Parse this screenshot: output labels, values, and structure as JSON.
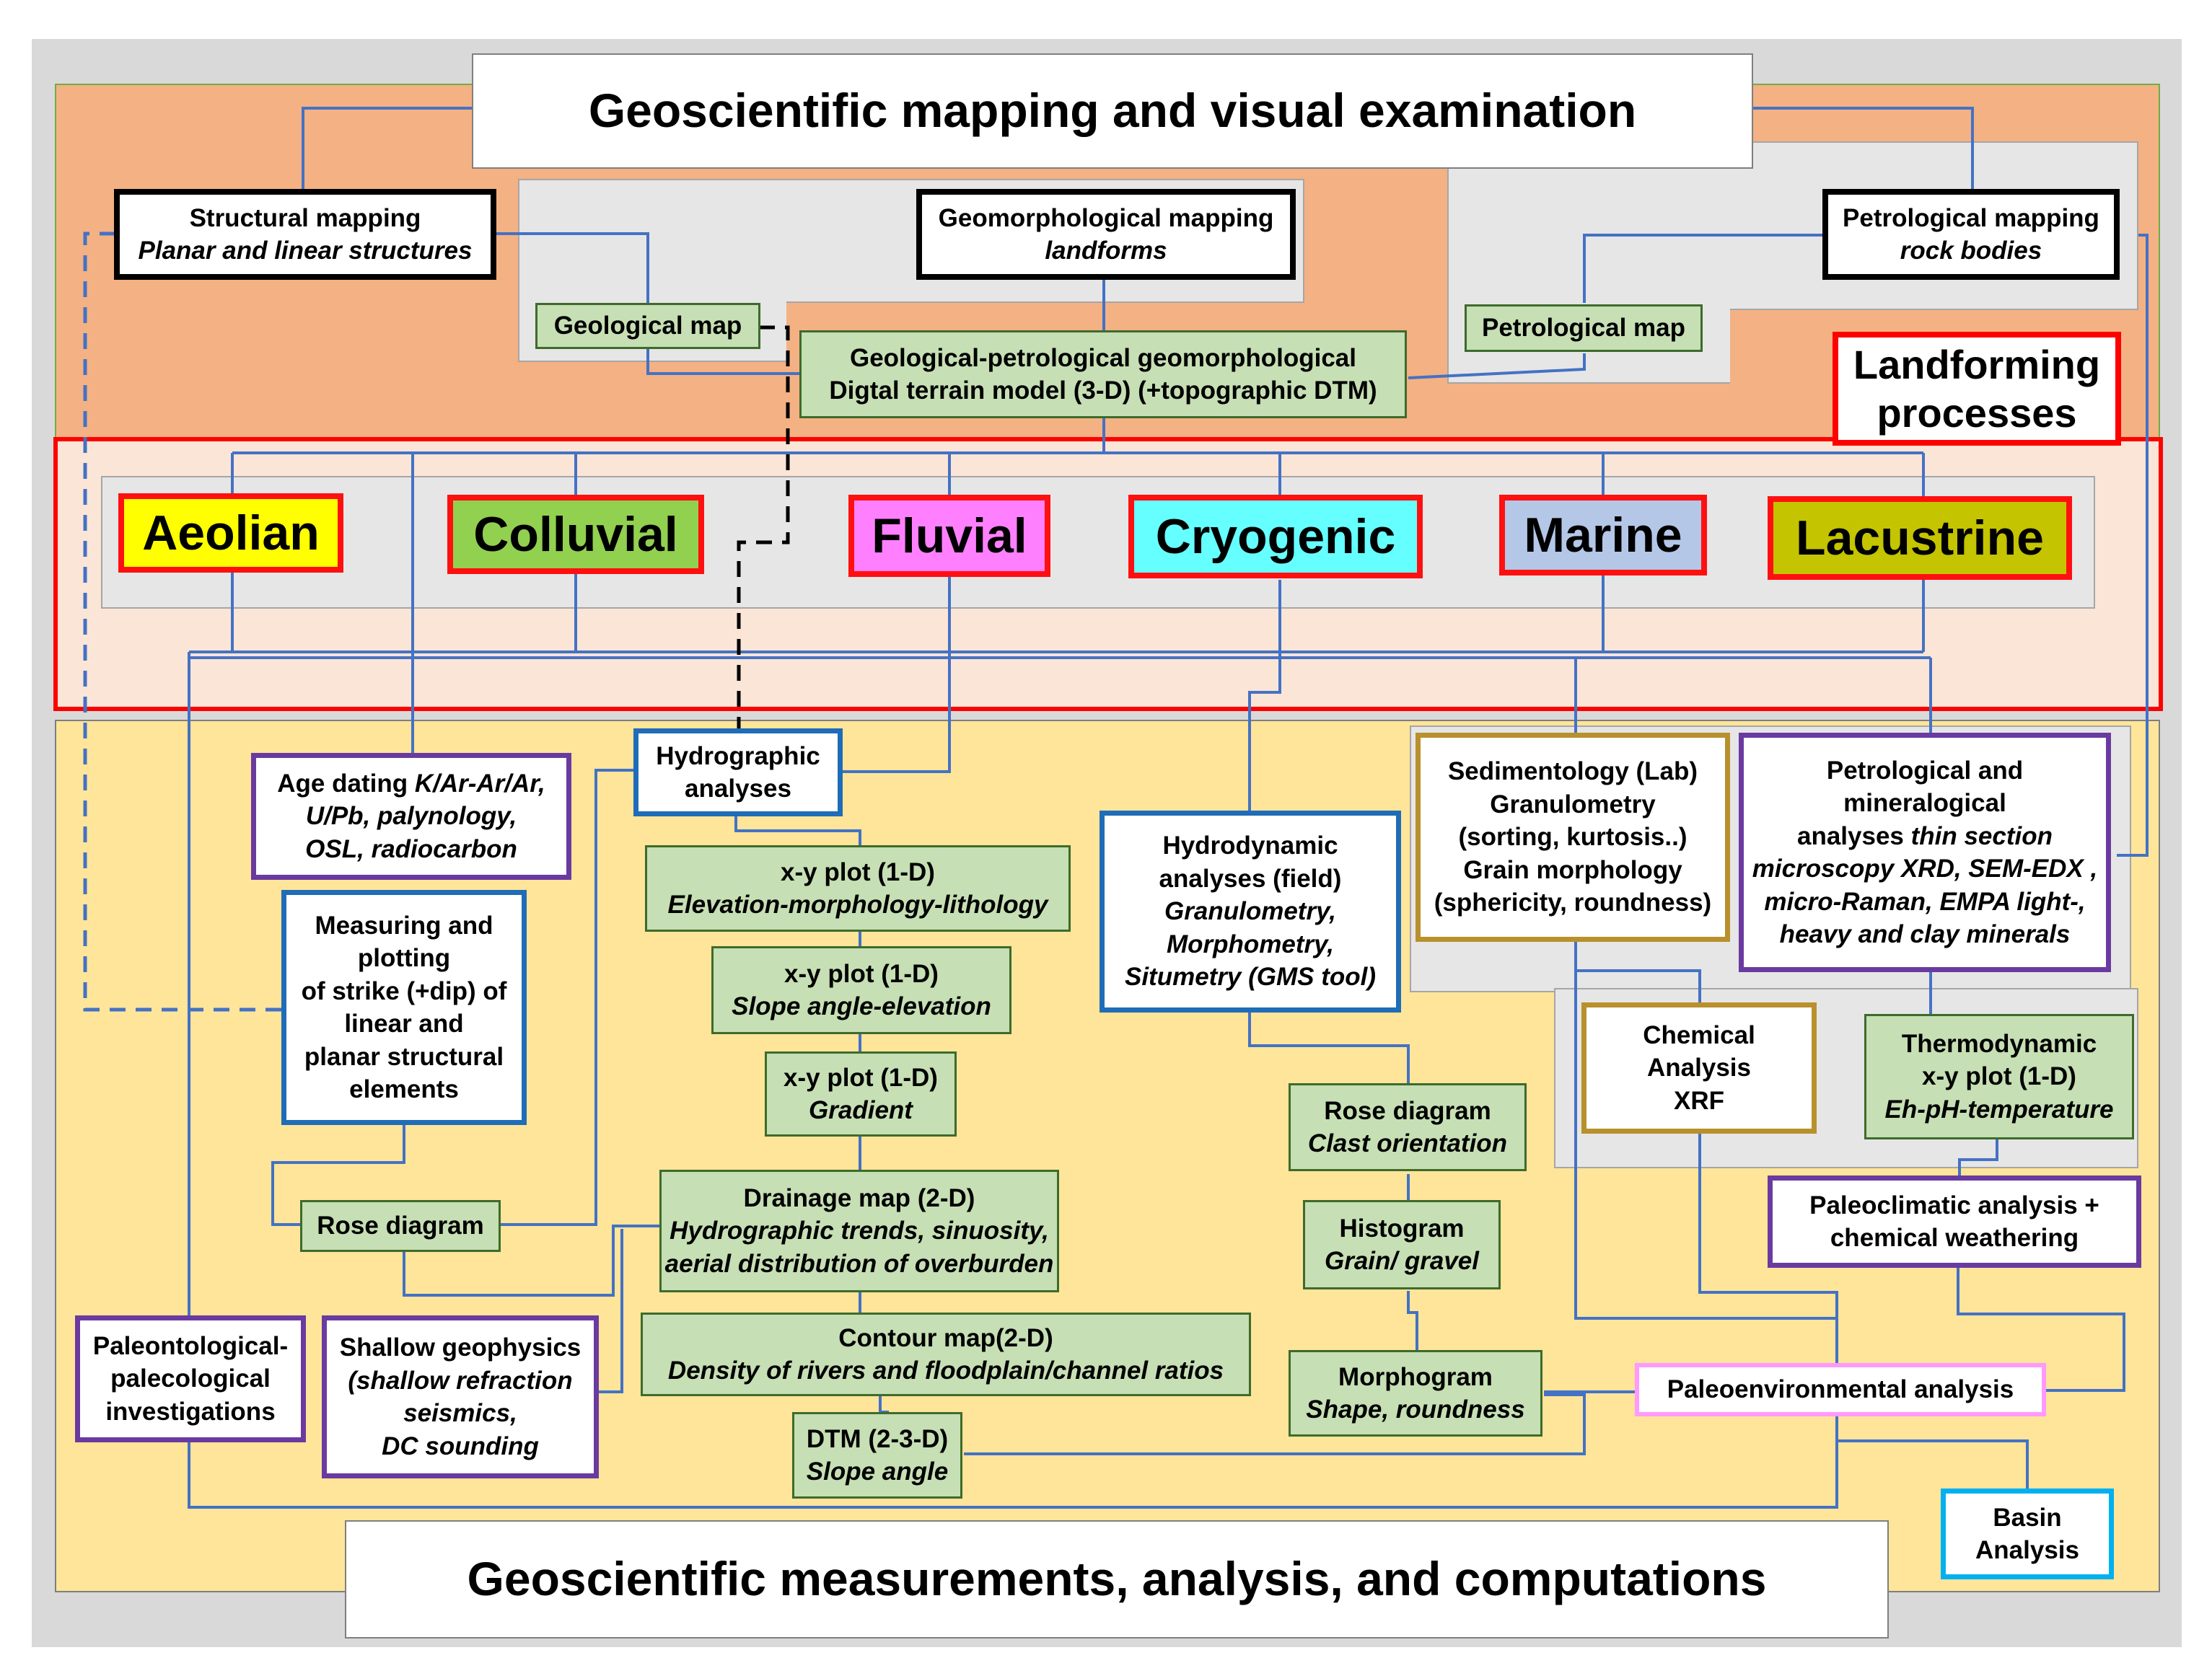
{
  "titles": {
    "top": "Geoscientific mapping and visual examination",
    "bottom": "Geoscientific measurements, analysis, and computations"
  },
  "mapping": {
    "structural": {
      "l1": "Structural mapping",
      "l2": "Planar and linear structures"
    },
    "geomorph": {
      "l1": "Geomorphological mapping",
      "l2": "landforms"
    },
    "petrological": {
      "l1": "Petrological mapping",
      "l2": "rock bodies"
    },
    "geological_map": "Geological map",
    "petrological_map": "Petrological map",
    "dtm": {
      "l1": "Geological-petrological geomorphological",
      "l2": "Digtal terrain model (3-D)  (+topographic DTM)"
    }
  },
  "landforming": {
    "l1": "Landforming",
    "l2": "processes"
  },
  "processes": [
    {
      "label": "Aeolian",
      "color": "#ffff00"
    },
    {
      "label": "Colluvial",
      "color": "#92d050"
    },
    {
      "label": "Fluvial",
      "color": "#ff80ff"
    },
    {
      "label": "Cryogenic",
      "color": "#66ffff"
    },
    {
      "label": "Marine",
      "color": "#b4c7e7"
    },
    {
      "label": "Lacustrine",
      "color": "#c4c400"
    }
  ],
  "analysis": {
    "age_dating": {
      "l1a": "Age dating ",
      "l1b": "K/Ar-Ar/Ar,",
      "l2": "U/Pb, palynology,",
      "l3": "OSL, radiocarbon"
    },
    "measuring": [
      "Measuring and",
      "plotting",
      "of strike (+dip) of",
      "linear and",
      "planar structural",
      "elements"
    ],
    "rose_diagram": "Rose diagram",
    "hydrographic": [
      "Hydrographic",
      "analyses"
    ],
    "xy1": {
      "l1": "x-y plot (1-D)",
      "l2": "Elevation-morphology-lithology"
    },
    "xy2": {
      "l1": "x-y plot (1-D)",
      "l2": "Slope angle-elevation"
    },
    "xy3": {
      "l1": "x-y plot (1-D)",
      "l2": "Gradient"
    },
    "drainage": {
      "l1": "Drainage map (2-D)",
      "l2": "Hydrographic trends, sinuosity,",
      "l3": "aerial distribution of overburden"
    },
    "contour": {
      "l1": "Contour map(2-D)",
      "l2": "Density of rivers and floodplain/channel ratios"
    },
    "dtm_slope": {
      "l1": "DTM (2-3-D)",
      "l2": "Slope angle"
    },
    "paleontological": [
      "Paleontological-",
      "palecological",
      "investigations"
    ],
    "geophysics": {
      "l1": "Shallow  geophysics",
      "l2": "(shallow refraction",
      "l3": "seismics,",
      "l4": "DC sounding"
    },
    "hydrodynamic": {
      "l1": "Hydrodynamic",
      "l2": "analyses (field)",
      "l3": "Granulometry,",
      "l4": "Morphometry,",
      "l5": "Situmetry (GMS tool)"
    },
    "rose_clast": {
      "l1": "Rose diagram",
      "l2": "Clast orientation"
    },
    "histogram": {
      "l1": "Histogram",
      "l2": "Grain/ gravel"
    },
    "morphogram": {
      "l1": "Morphogram",
      "l2": "Shape, roundness"
    },
    "sedimentology": [
      "Sedimentology (Lab)",
      "Granulometry",
      "(sorting, kurtosis..)",
      "Grain morphology",
      "(sphericity, roundness)"
    ],
    "petro_mineral": {
      "l1": "Petrological and",
      "l2": "mineralogical",
      "l3a": "analyses ",
      "l3b": "thin section",
      "l4": "microscopy XRD, SEM-EDX ,",
      "l5": "micro-Raman, EMPA light-,",
      "l6": "heavy and clay minerals"
    },
    "chemical": [
      "Chemical",
      "Analysis",
      "XRF"
    ],
    "thermo": {
      "l1": "Thermodynamic",
      "l2": "x-y plot (1-D)",
      "l3": "Eh-pH-temperature"
    },
    "paleoclimatic": [
      "Paleoclimatic analysis +",
      "chemical  weathering"
    ],
    "paleoenvironmental": "Paleoenvironmental analysis",
    "basin": [
      "Basin",
      "Analysis"
    ]
  },
  "colors": {
    "frame": "#d9d9d9",
    "mapping_band": "#f4b183",
    "process_band": "#fbe5d6",
    "analysis_band": "#ffe599",
    "connector": "#4472c4",
    "process_border": "#ff0000"
  }
}
